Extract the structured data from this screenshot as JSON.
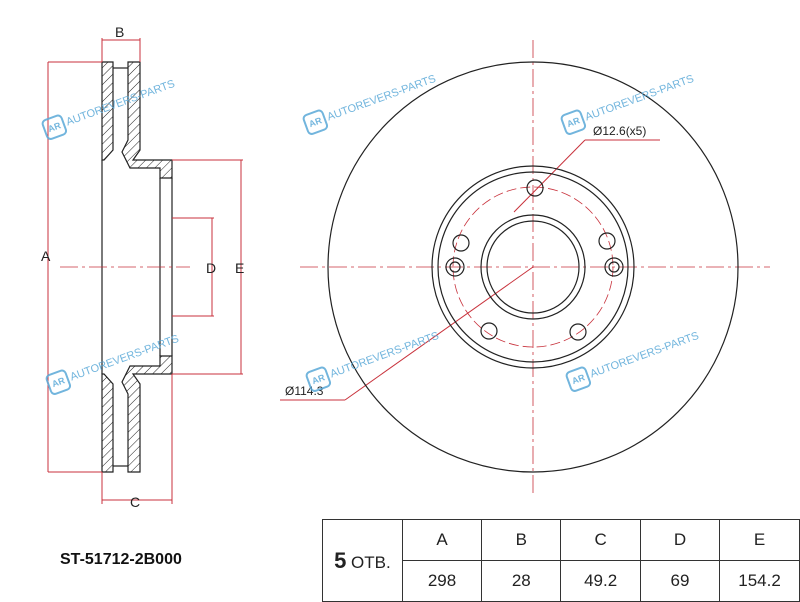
{
  "part_number": "ST-51712-2B000",
  "watermark": "AUTOREVERS-PARTS",
  "watermark_logo": "AR",
  "drawing_labels": {
    "A": "A",
    "B": "B",
    "C": "C",
    "D": "D",
    "E": "E",
    "bolt_hole": "Ø12.6(x5)",
    "bolt_circle": "Ø114.3"
  },
  "table": {
    "holes_count": "5",
    "holes_label": "ОТВ.",
    "headers": [
      "A",
      "B",
      "C",
      "D",
      "E"
    ],
    "values": [
      "298",
      "28",
      "49.2",
      "69",
      "154.2"
    ]
  },
  "colors": {
    "dimension": "#c8323c",
    "watermark": "#5aa9d8",
    "line": "#222222"
  }
}
